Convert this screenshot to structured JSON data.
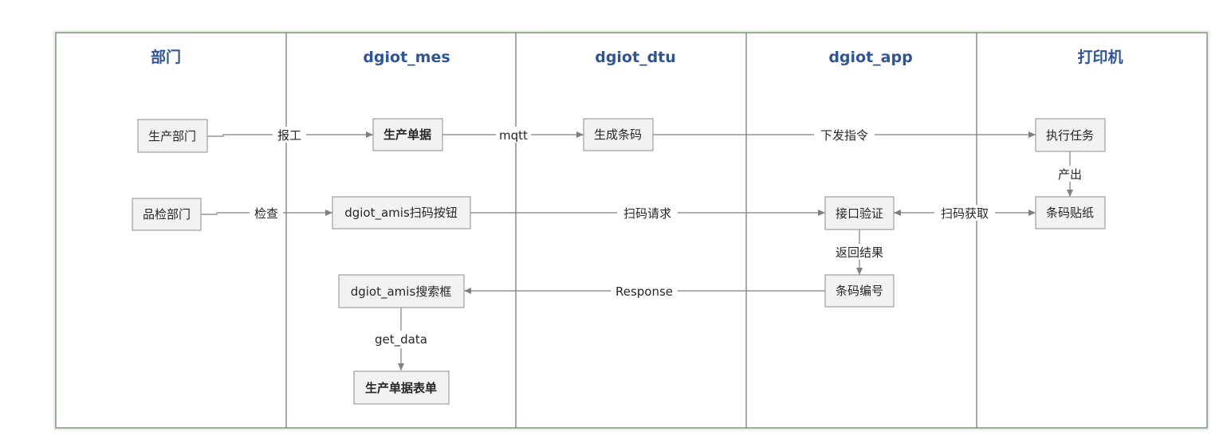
{
  "lanes": [
    {
      "id": "dept",
      "title": "部门"
    },
    {
      "id": "mes",
      "title": "dgiot_mes"
    },
    {
      "id": "dtu",
      "title": "dgiot_dtu"
    },
    {
      "id": "app",
      "title": "dgiot_app"
    },
    {
      "id": "printer",
      "title": "打印机"
    }
  ],
  "nodes": {
    "production_dept": "生产部门",
    "qc_dept": "品检部门",
    "production_doc": "生产单据",
    "amis_scan_button": "dgiot_amis扫码按钮",
    "amis_search_box": "dgiot_amis搜索框",
    "production_doc_form": "生产单据表单",
    "generate_barcode": "生成条码",
    "api_verify": "接口验证",
    "barcode_number": "条码编号",
    "execute_task": "执行任务",
    "barcode_sticker": "条码贴纸"
  },
  "edges": {
    "report_work": "报工",
    "inspect": "检查",
    "mqtt": "mqtt",
    "send_command": "下发指令",
    "produce": "产出",
    "scan_request": "扫码请求",
    "scan_fetch": "扫码获取",
    "return_result": "返回结果",
    "response": "Response",
    "get_data": "get_data"
  }
}
